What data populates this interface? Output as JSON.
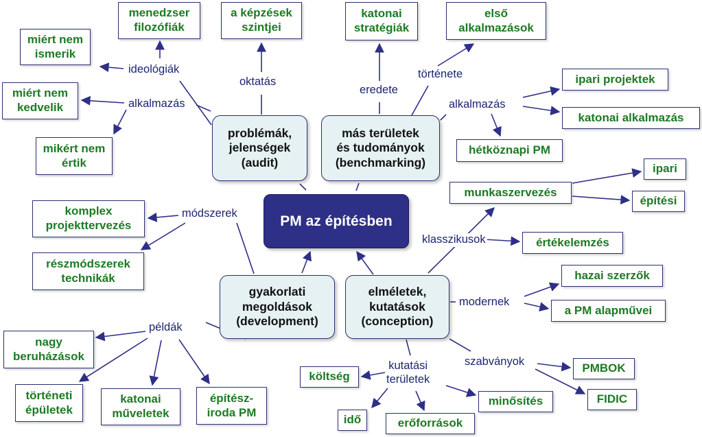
{
  "center": "PM az építésben",
  "hubs": {
    "audit": "problémák,\njelenségek\n(audit)",
    "benchmarking": "más területek\nés tudományok\n(benchmarking)",
    "development": "gyakorlati\nmegoldások\n(development)",
    "conception": "elméletek,\nkutatások\n(conception)"
  },
  "labels": {
    "ideologiak": "ideológiák",
    "alkalmazas_left": "alkalmazás",
    "oktatas": "oktatás",
    "eredete": "eredete",
    "tortenete": "története",
    "alkalmazas_right": "alkalmazás",
    "modszerek": "módszerek",
    "klasszikusok": "klasszikusok",
    "modernek": "modernek",
    "peldak": "példák",
    "kutatasi": "kutatási\nterületek",
    "szabvanyok": "szabványok"
  },
  "leaves": {
    "menedzser": "menedzser\nfilozófiák",
    "kepzesek": "a képzések\nszintjei",
    "miert_ismerik": "miért nem\nismerik",
    "miert_kedvelik": "miért nem\nkedvelik",
    "mikert_ertik": "mikért nem\nértik",
    "katonai_strat": "katonai\nstratégiák",
    "elso_alk": "első\nalkalmazások",
    "ipari_proj": "ipari projektek",
    "katonai_alk": "katonai alkalmazás",
    "hetkoznapi": "hétköznapi PM",
    "komplex": "komplex\nprojekttervezés",
    "reszmodszerek": "részmódszerek\ntechnikák",
    "munkaszervezes": "munkaszervezés",
    "ipari": "ipari",
    "epitesi": "építési",
    "ertekelemzes": "értékelemzés",
    "hazai": "hazai szerzők",
    "pm_alap": "a PM alapművei",
    "nagy": "nagy\nberuházások",
    "torteneti": "történeti\népületek",
    "katonai_muv": "katonai\nműveletek",
    "epitesziroda": "építész-\niroda PM",
    "koltseg": "költség",
    "ido": "idő",
    "eroforrasok": "erőforrások",
    "minosites": "minősítés",
    "pmbok": "PMBOK",
    "fidic": "FIDIC"
  },
  "colors": {
    "center_fill": "#2e2f86",
    "hub_fill": "#e6f1f3",
    "leaf_text": "#1d7a24",
    "label_text": "#1c2570",
    "arrow": "#2e2f86"
  }
}
